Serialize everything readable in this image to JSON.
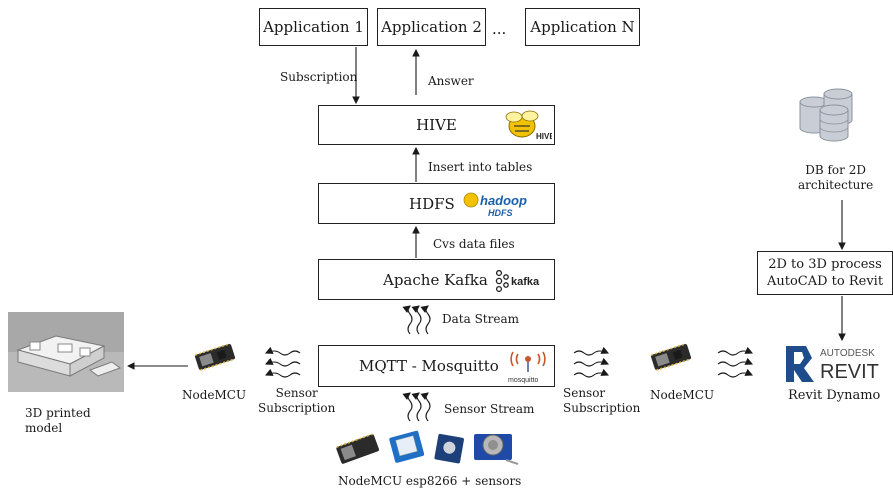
{
  "applications": [
    "Application 1",
    "Application 2",
    "Application N"
  ],
  "ellipsis": "...",
  "edges": {
    "subscription": "Subscription",
    "answer": "Answer",
    "insert": "Insert into tables",
    "csv": "Cvs data files",
    "data_stream": "Data Stream",
    "sensor_stream": "Sensor Stream",
    "sensor_sub_left_1": "Sensor",
    "sensor_sub_left_2": "Subscription",
    "sensor_sub_right_1": "Sensor",
    "sensor_sub_right_2": "Subscription"
  },
  "nodes": {
    "hive": "HIVE",
    "hdfs": "HDFS",
    "kafka": "Apache Kafka",
    "mqtt": "MQTT - Mosquitto",
    "db_1": "DB for 2D",
    "db_2": "architecture",
    "process_1": "2D to 3D process",
    "process_2": "AutoCAD to Revit",
    "revit_label": "Revit Dynamo",
    "nodemcu_left": "NodeMCU",
    "nodemcu_right": "NodeMCU",
    "model_1": "3D printed",
    "model_2": "model",
    "sensors": "NodeMCU esp8266 + sensors"
  },
  "logos": {
    "hive": "HIVE",
    "hadoop": "hadoop",
    "hdfs": "HDFS",
    "kafka": "kafka",
    "mosquitto": "mosquitto",
    "autodesk": "AUTODESK",
    "revit": "REVIT"
  },
  "colors": {
    "revit_blue": "#1f4d8c",
    "hive_yellow": "#f2c200",
    "hadoop_blue": "#1b5fa8",
    "mosq_orange": "#c8562a"
  }
}
